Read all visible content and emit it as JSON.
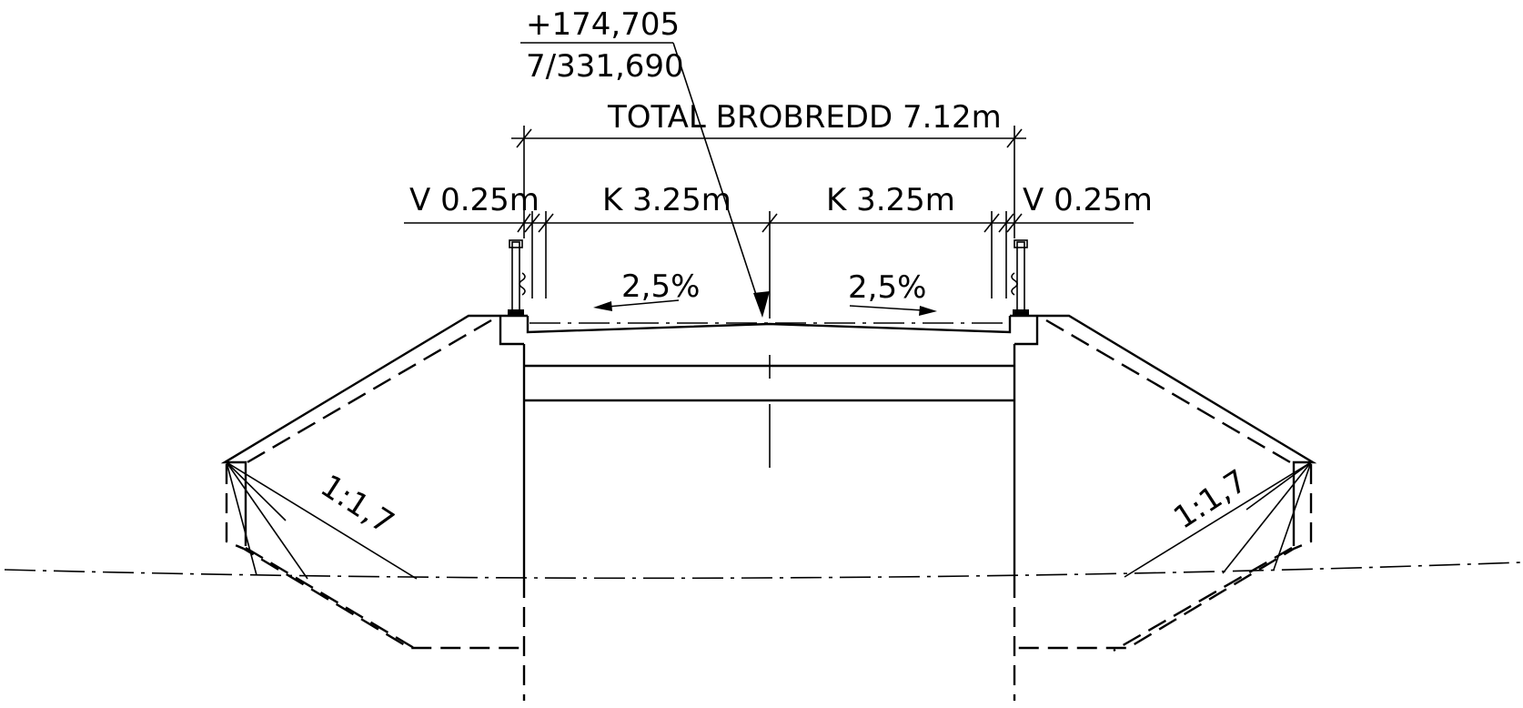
{
  "station": {
    "line1": "+174,705",
    "line2": "7/331,690"
  },
  "total_width_label": "TOTAL BROBREDD 7.12m",
  "segments": {
    "left_edge": "V 0.25m",
    "left_lane": "K 3.25m",
    "right_lane": "K 3.25m",
    "right_edge": "V 0.25m"
  },
  "slopes": {
    "left_crossfall": "2,5%",
    "right_crossfall": "2,5%",
    "left_embankment": "1:1,7",
    "right_embankment": "1:1,7"
  }
}
